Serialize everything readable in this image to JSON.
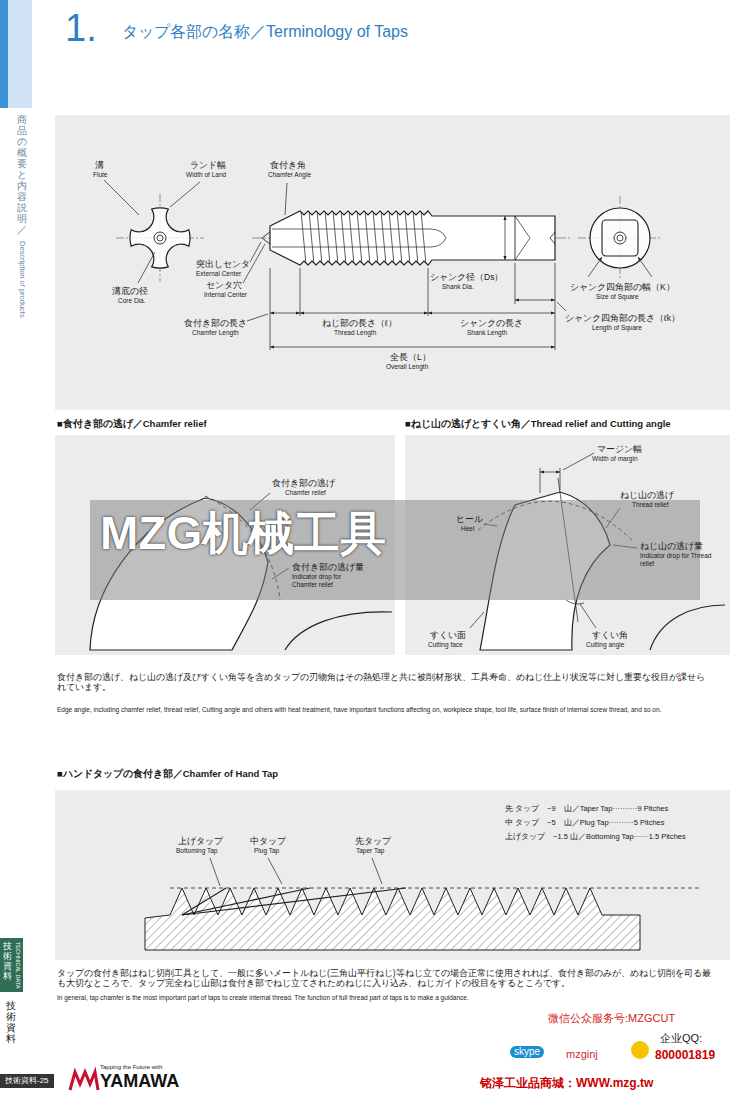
{
  "diagram": {
    "title": "タップ各部の名称／Terminology of Taps",
    "nodes": [
      {
        "text": [
          "商品の概要と内容説明／",
          "Description of products"
        ]
      },
      {
        "text": [
          "技術資料",
          "TECHNICAL DATA"
        ]
      },
      {
        "text": [
          "技術資料-25"
        ]
      }
    ],
    "labels": [
      "1.",
      "溝",
      "Flute",
      "ランド幅",
      "Width of Land",
      "食付き角",
      "Chamfer Angle",
      "突出しセンタ",
      "External Center",
      "センタ穴",
      "Internal Center",
      "溝底の径",
      "Core Dia.",
      "食付き部の長さ",
      "Chamfer Length",
      "ねじ部の長さ（ℓ）",
      "Thread Length",
      "シャンクの長さ",
      "Shank Length",
      "シャンク径（Ds）",
      "Shank Dia.",
      "全長（L）",
      "Overall Length",
      "シャンク四角部の幅（K）",
      "Size of Square",
      "シャンク四角部の長さ（ℓk）",
      "Length of Square",
      "■食付き部の逃げ／Chamfer relief",
      "食付き部の逃げ",
      "Chamfer relief",
      "食付き部の逃げ量",
      "Indicator drop for Chamfer relief",
      "■ねじ山の逃げとすくい角／Thread relief and Cutting angle",
      "マージン幅",
      "Width of margin",
      "ねじ山の逃げ",
      "Thread relief",
      "ねじ山の逃げ量",
      "Indicator drop for Thread relief",
      "ヒール",
      "Heel",
      "すくい面",
      "Cutting face",
      "すくい角",
      "Cutting angle",
      "食付き部の逃げ、ねじ山の逃げ及びすくい角等を含めタップの刃物角はその熱処理と共に被削材形状、工具寿命、めねじ仕上り状況等に対し重要な役目が課せられています。",
      "Edge angle, including chamfer relief, thread relief, Cutting angle and others with heat treatment, have important functions affecting on, workpiece shape, tool life, surface finish of internal screw thread, and so on.",
      "■ハンドタップの食付き部／Chamfer of Hand Tap",
      "先 タップ　−9　山／Taper Tap··········9 Pitches",
      "中 タップ　−5　山／Plug Tap··········5 Pitches",
      "上げタップ　−1.5 山／Bottoming Tap······1.5 Pitches",
      "上げタップ",
      "Bottoming Tap",
      "中タップ",
      "Plug Tap",
      "先タップ",
      "Taper Tap",
      "タップの食付き部はねじ切削工具として、一般に多いメートルねじ(三角山平行ねじ)等ねじ立ての場合正常に使用されれば、食付き部のみが、めねじ切削を司る最も大切なところで、タップ完全ねじ山部は食付き部でねじ立てされためねじに入り込み、ねじガイドの役目をするところです。",
      "In general, tap chamfer is the most important part of taps to create internal thread. The function of full thread part of taps is to make a guidance.",
      "MZG机械工具",
      "微信公众服务号:MZGCUT",
      "企业QQ:",
      "800001819",
      "skype",
      "mzginj",
      "铭泽工业品商城：WWW.mzg.tw",
      "Tapping the Future with",
      "YAMAWA",
      "技術資料"
    ]
  }
}
